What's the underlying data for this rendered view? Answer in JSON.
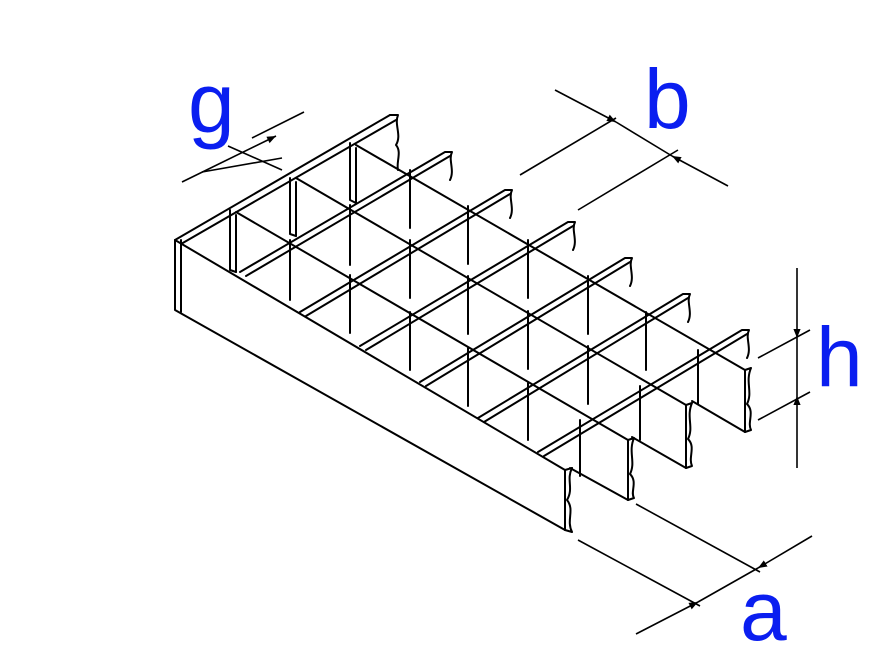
{
  "diagram": {
    "labels": {
      "g": "g",
      "b": "b",
      "h": "h",
      "a": "a"
    },
    "colors": {
      "label": "#0a1ef0",
      "line": "#000000",
      "background": "#ffffff"
    }
  }
}
